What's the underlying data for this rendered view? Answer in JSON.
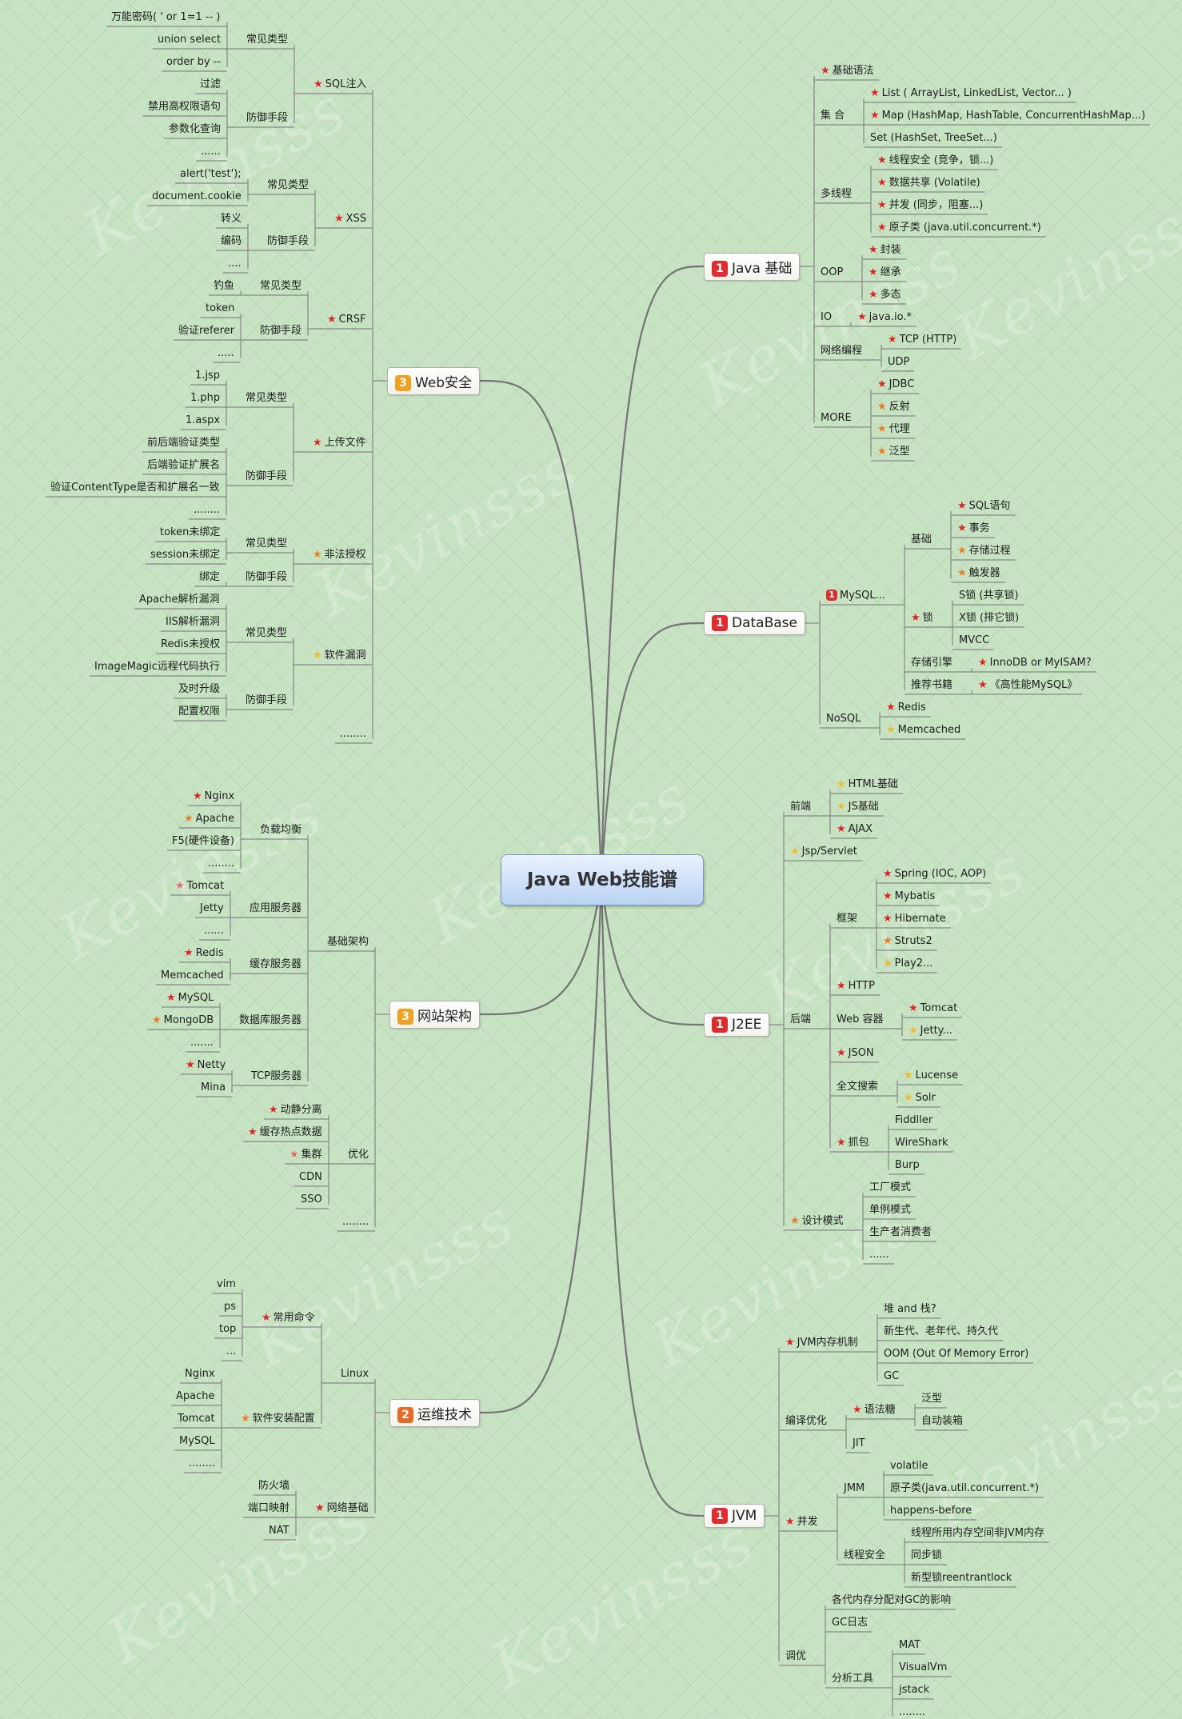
{
  "title": "Java Web技能谱",
  "watermark": "Kevinsss",
  "colors": {
    "branch": "#666666",
    "line": "#7f7f7f",
    "star_red": "#e02323",
    "star_orange": "#ec7c1c",
    "star_yellow": "#f1b92b"
  },
  "left": [
    {
      "label": "Web安全",
      "badge": "3",
      "badge_color": "orange",
      "children": [
        {
          "label": "SQL注入",
          "star": "red",
          "children": [
            {
              "label": "常见类型",
              "children": [
                {
                  "label": "万能密码( ' or 1=1 -- )"
                },
                {
                  "label": "union select"
                },
                {
                  "label": "order by --"
                }
              ]
            },
            {
              "label": "防御手段",
              "children": [
                {
                  "label": "过滤"
                },
                {
                  "label": "禁用高权限语句"
                },
                {
                  "label": "参数化查询"
                },
                {
                  "label": "......"
                }
              ]
            }
          ]
        },
        {
          "label": "XSS",
          "star": "red",
          "children": [
            {
              "label": "常见类型",
              "children": [
                {
                  "label": "alert('test');"
                },
                {
                  "label": "document.cookie"
                }
              ]
            },
            {
              "label": "防御手段",
              "children": [
                {
                  "label": "转义"
                },
                {
                  "label": "编码"
                },
                {
                  "label": "...."
                }
              ]
            }
          ]
        },
        {
          "label": "CRSF",
          "star": "red",
          "children": [
            {
              "label": "常见类型",
              "children": [
                {
                  "label": "钓鱼"
                }
              ]
            },
            {
              "label": "防御手段",
              "children": [
                {
                  "label": "token"
                },
                {
                  "label": "验证referer"
                },
                {
                  "label": "....."
                }
              ]
            }
          ]
        },
        {
          "label": "上传文件",
          "star": "red",
          "children": [
            {
              "label": "常见类型",
              "children": [
                {
                  "label": "1.jsp"
                },
                {
                  "label": "1.php"
                },
                {
                  "label": "1.aspx"
                }
              ]
            },
            {
              "label": "防御手段",
              "children": [
                {
                  "label": "前后端验证类型"
                },
                {
                  "label": "后端验证扩展名"
                },
                {
                  "label": "验证ContentType是否和扩展名一致"
                },
                {
                  "label": "........"
                }
              ]
            }
          ]
        },
        {
          "label": "非法授权",
          "star": "orange",
          "children": [
            {
              "label": "常见类型",
              "children": [
                {
                  "label": "token未绑定"
                },
                {
                  "label": "session未绑定"
                }
              ]
            },
            {
              "label": "防御手段",
              "children": [
                {
                  "label": "绑定"
                }
              ]
            }
          ]
        },
        {
          "label": "软件漏洞",
          "star": "yellow",
          "children": [
            {
              "label": "常见类型",
              "children": [
                {
                  "label": "Apache解析漏洞"
                },
                {
                  "label": "IIS解析漏洞"
                },
                {
                  "label": "Redis未授权"
                },
                {
                  "label": "ImageMagic远程代码执行"
                }
              ]
            },
            {
              "label": "防御手段",
              "children": [
                {
                  "label": "及时升级"
                },
                {
                  "label": "配置权限"
                }
              ]
            }
          ]
        },
        {
          "label": "........"
        }
      ]
    },
    {
      "label": "网站架构",
      "badge": "3",
      "badge_color": "orange",
      "children": [
        {
          "label": "基础架构",
          "children": [
            {
              "label": "负载均衡",
              "children": [
                {
                  "label": "Nginx",
                  "star": "red"
                },
                {
                  "label": "Apache",
                  "star": "orange"
                },
                {
                  "label": "F5(硬件设备)"
                },
                {
                  "label": "........"
                }
              ]
            },
            {
              "label": "应用服务器",
              "children": [
                {
                  "label": "Tomcat",
                  "star": "pink"
                },
                {
                  "label": "Jetty"
                },
                {
                  "label": "......"
                }
              ]
            },
            {
              "label": "缓存服务器",
              "children": [
                {
                  "label": "Redis",
                  "star": "red"
                },
                {
                  "label": "Memcached"
                }
              ]
            },
            {
              "label": "数据库服务器",
              "children": [
                {
                  "label": "MySQL",
                  "star": "red"
                },
                {
                  "label": "MongoDB",
                  "star": "orange"
                },
                {
                  "label": "......."
                }
              ]
            },
            {
              "label": "TCP服务器",
              "children": [
                {
                  "label": "Netty",
                  "star": "red"
                },
                {
                  "label": "Mina"
                }
              ]
            }
          ]
        },
        {
          "label": "优化",
          "children": [
            {
              "label": "动静分离",
              "star": "red"
            },
            {
              "label": "缓存热点数据",
              "star": "red"
            },
            {
              "label": "集群",
              "star": "pink"
            },
            {
              "label": "CDN"
            },
            {
              "label": "SSO"
            }
          ]
        },
        {
          "label": "........"
        }
      ]
    },
    {
      "label": "运维技术",
      "badge": "2",
      "badge_color": "orange2",
      "children": [
        {
          "label": "Linux",
          "children": [
            {
              "label": "常用命令",
              "star": "red",
              "children": [
                {
                  "label": "vim"
                },
                {
                  "label": "ps"
                },
                {
                  "label": "top"
                },
                {
                  "label": "..."
                }
              ]
            },
            {
              "label": "软件安装配置",
              "star": "orange",
              "children": [
                {
                  "label": "Nginx"
                },
                {
                  "label": "Apache"
                },
                {
                  "label": "Tomcat"
                },
                {
                  "label": "MySQL"
                },
                {
                  "label": "........"
                }
              ]
            }
          ]
        },
        {
          "label": "网络基础",
          "star": "red",
          "children": [
            {
              "label": "防火墙"
            },
            {
              "label": "端口映射"
            },
            {
              "label": "NAT"
            }
          ]
        }
      ]
    }
  ],
  "right": [
    {
      "label": "Java 基础",
      "badge": "1",
      "badge_color": "red",
      "children": [
        {
          "label": "基础语法",
          "star": "red"
        },
        {
          "label": "集  合",
          "children": [
            {
              "label": "List ( ArrayList, LinkedList, Vector... )",
              "star": "red"
            },
            {
              "label": "Map (HashMap, HashTable, ConcurrentHashMap...)",
              "star": "red"
            },
            {
              "label": "Set (HashSet, TreeSet...)"
            }
          ]
        },
        {
          "label": "多线程",
          "children": [
            {
              "label": "线程安全 (竞争，锁...)",
              "star": "red"
            },
            {
              "label": "数据共享 (Volatile)",
              "star": "red"
            },
            {
              "label": "并发 (同步，阻塞...)",
              "star": "red"
            },
            {
              "label": "原子类 (java.util.concurrent.*)",
              "star": "red"
            }
          ]
        },
        {
          "label": "OOP",
          "children": [
            {
              "label": "封装",
              "star": "red"
            },
            {
              "label": "继承",
              "star": "red"
            },
            {
              "label": "多态",
              "star": "red"
            }
          ]
        },
        {
          "label": "IO",
          "children": [
            {
              "label": "java.io.*",
              "star": "red"
            }
          ]
        },
        {
          "label": "网络编程",
          "children": [
            {
              "label": "TCP (HTTP)",
              "star": "red"
            },
            {
              "label": "UDP"
            }
          ]
        },
        {
          "label": "MORE",
          "children": [
            {
              "label": "JDBC",
              "star": "red"
            },
            {
              "label": "反射",
              "star": "orange"
            },
            {
              "label": "代理",
              "star": "orange"
            },
            {
              "label": "泛型",
              "star": "orange"
            }
          ]
        }
      ]
    },
    {
      "label": "DataBase",
      "badge": "1",
      "badge_color": "red",
      "children": [
        {
          "label": "MySQL...",
          "badge": "1",
          "children": [
            {
              "label": "基础",
              "children": [
                {
                  "label": "SQL语句",
                  "star": "red"
                },
                {
                  "label": "事务",
                  "star": "red"
                },
                {
                  "label": "存储过程",
                  "star": "orange"
                },
                {
                  "label": "触发器",
                  "star": "orange"
                }
              ]
            },
            {
              "label": "锁",
              "star": "red",
              "children": [
                {
                  "label": "S锁 (共享锁)"
                },
                {
                  "label": "X锁 (排它锁)"
                },
                {
                  "label": "MVCC"
                }
              ]
            },
            {
              "label": "存储引擎",
              "children": [
                {
                  "label": "InnoDB or MyISAM?",
                  "star": "red"
                }
              ]
            },
            {
              "label": "推荐书籍",
              "children": [
                {
                  "label": "《高性能MySQL》",
                  "star": "red"
                }
              ]
            }
          ]
        },
        {
          "label": "NoSQL",
          "children": [
            {
              "label": "Redis",
              "star": "red"
            },
            {
              "label": "Memcached",
              "star": "yellow"
            }
          ]
        }
      ]
    },
    {
      "label": "J2EE",
      "badge": "1",
      "badge_color": "red",
      "children": [
        {
          "label": "前端",
          "children": [
            {
              "label": "HTML基础",
              "star": "yellow"
            },
            {
              "label": "JS基础",
              "star": "yellow"
            },
            {
              "label": "AJAX",
              "star": "red"
            }
          ]
        },
        {
          "label": "Jsp/Servlet",
          "star": "yellow"
        },
        {
          "label": "后端",
          "children": [
            {
              "label": "框架",
              "children": [
                {
                  "label": "Spring (IOC, AOP)",
                  "star": "red"
                },
                {
                  "label": "Mybatis",
                  "star": "red"
                },
                {
                  "label": "Hibernate",
                  "star": "red"
                },
                {
                  "label": "Struts2",
                  "star": "orange"
                },
                {
                  "label": "Play2...",
                  "star": "yellow"
                }
              ]
            },
            {
              "label": "HTTP",
              "star": "red"
            },
            {
              "label": "Web 容器",
              "children": [
                {
                  "label": "Tomcat",
                  "star": "red"
                },
                {
                  "label": "Jetty...",
                  "star": "yellow"
                }
              ]
            },
            {
              "label": "JSON",
              "star": "red"
            },
            {
              "label": "全文搜索",
              "children": [
                {
                  "label": "Lucense",
                  "star": "yellow"
                },
                {
                  "label": "Solr",
                  "star": "yellow"
                }
              ]
            },
            {
              "label": "抓包",
              "star": "red",
              "children": [
                {
                  "label": "Fiddller"
                },
                {
                  "label": "WireShark"
                },
                {
                  "label": "Burp"
                }
              ]
            }
          ]
        },
        {
          "label": "设计模式",
          "star": "orange",
          "children": [
            {
              "label": "工厂模式"
            },
            {
              "label": "单例模式"
            },
            {
              "label": "生产者消费者"
            },
            {
              "label": "......"
            }
          ]
        }
      ]
    },
    {
      "label": "JVM",
      "badge": "1",
      "badge_color": "red",
      "children": [
        {
          "label": "JVM内存机制",
          "star": "red",
          "children": [
            {
              "label": "堆 and 栈?"
            },
            {
              "label": "新生代、老年代、持久代"
            },
            {
              "label": "OOM (Out Of Memory Error)"
            },
            {
              "label": "GC"
            }
          ]
        },
        {
          "label": "编译优化",
          "children": [
            {
              "label": "语法糖",
              "star": "red",
              "children": [
                {
                  "label": "泛型"
                },
                {
                  "label": "自动装箱"
                }
              ]
            },
            {
              "label": "JIT"
            }
          ]
        },
        {
          "label": "并发",
          "star": "red",
          "children": [
            {
              "label": "JMM",
              "children": [
                {
                  "label": "volatile"
                },
                {
                  "label": "原子类(java.util.concurrent.*)"
                },
                {
                  "label": "happens-before"
                }
              ]
            },
            {
              "label": "线程安全",
              "children": [
                {
                  "label": "线程所用内存空间非JVM内存"
                },
                {
                  "label": "同步锁"
                },
                {
                  "label": "新型锁reentrantlock"
                }
              ]
            }
          ]
        },
        {
          "label": "调优",
          "children": [
            {
              "label": "各代内存分配对GC的影响"
            },
            {
              "label": "GC日志"
            },
            {
              "label": "分析工具",
              "children": [
                {
                  "label": "MAT"
                },
                {
                  "label": "VisualVm"
                },
                {
                  "label": "jstack"
                },
                {
                  "label": "........"
                }
              ]
            }
          ]
        }
      ]
    }
  ]
}
